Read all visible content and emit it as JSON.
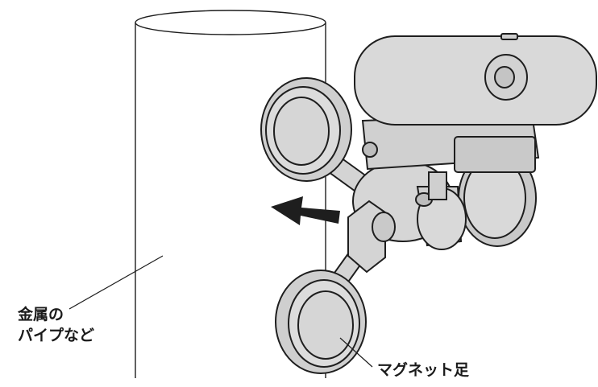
{
  "labels": {
    "pipe_line1": "金属の",
    "pipe_line2": "パイプなど",
    "magnet_feet": "マグネット足"
  },
  "colors": {
    "fill": "#d9d9d9",
    "fill_dark": "#c4c4c4",
    "stroke": "#1e1e1e",
    "arrow": "#1e1e1e"
  }
}
